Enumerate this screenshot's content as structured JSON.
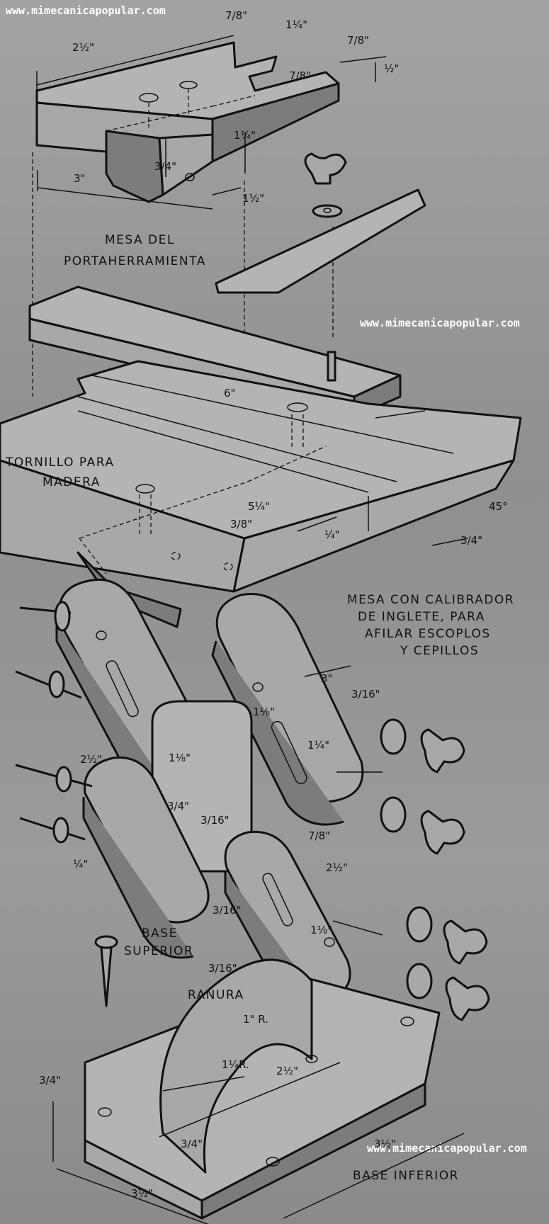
{
  "watermarks": {
    "top": "www.mimecanicapopular.com",
    "middle": "www.mimecanicapopular.com",
    "bottom": "www.mimecanicapopular.com"
  },
  "labels": {
    "mesa_portaherramienta_1": "MESA DEL",
    "mesa_portaherramienta_2": "PORTAHERRAMIENTA",
    "tornillo_1": "TORNILLO PARA",
    "tornillo_2": "MADERA",
    "mesa_calibrador_1": "MESA CON CALIBRADOR",
    "mesa_calibrador_2": "DE INGLETE, PARA",
    "mesa_calibrador_3": "AFILAR ESCOPLOS",
    "mesa_calibrador_4": "Y CEPILLOS",
    "base_superior_1": "BASE",
    "base_superior_2": "SUPERIOR",
    "ranura": "RANURA",
    "base_inferior": "BASE INFERIOR"
  },
  "dimensions": {
    "d_7_8_top": "7/8\"",
    "d_1_1_4_top": "1¼\"",
    "d_7_8_right": "7/8\"",
    "d_2_1_2_top": "2½\"",
    "d_7_8_slot": "7/8\"",
    "d_1_2": "½\"",
    "d_1_1_4_side": "1¼\"",
    "d_3_4_block": "3/4\"",
    "d_3": "3\"",
    "d_1_1_2": "1½\"",
    "d_6": "6\"",
    "d_5_1_4": "5¼\"",
    "d_1_4_table": "¼\"",
    "d_3_8": "3/8\"",
    "d_45": "45°",
    "d_3_4_table": "3/4\"",
    "d_3_arm": "3\"",
    "d_3_16_arm": "3/16\"",
    "d_1_1_8_arm1": "1⅛\"",
    "d_1_1_4_arm": "1¼\"",
    "d_2_1_2_arm": "2½\"",
    "d_1_1_8_arm2": "1⅛\"",
    "d_3_4_arm": "3/4\"",
    "d_3_16_mid": "3/16\"",
    "d_1_4_arm": "¼\"",
    "d_7_8_arm": "7/8\"",
    "d_2_1_2_lower": "2½\"",
    "d_3_16_low": "3/16\"",
    "d_1_1_8_lower": "1⅛\"",
    "d_3_16_base": "3/16\"",
    "d_1_r": "1\" R.",
    "d_1_1_4_r": "1¼R.",
    "d_2_1_2_base": "2½\"",
    "d_3_4_base_h": "3/4\"",
    "d_3_4_base_w": "3/4\"",
    "d_3_1_2_left": "3½\"",
    "d_3_1_2_right": "3½\""
  }
}
